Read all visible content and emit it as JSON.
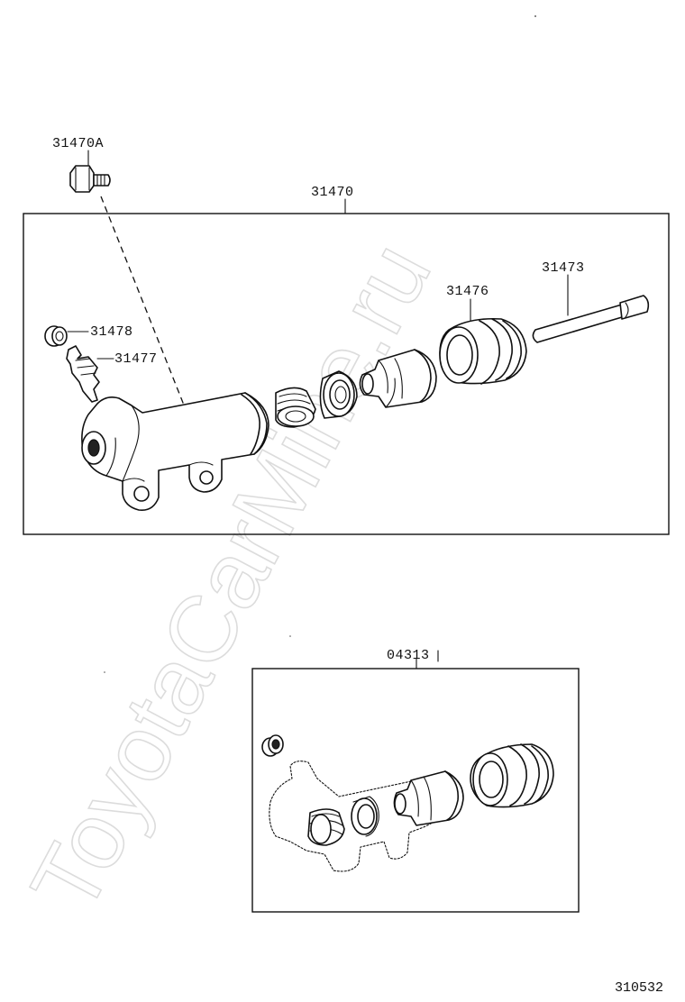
{
  "diagram": {
    "watermark": "ToyotaCarMine.ru",
    "main_assembly": {
      "label": "31470",
      "parts": {
        "bolt": "31470A",
        "cap": "31478",
        "bleeder_plug": "31477",
        "boot": "31476",
        "push_rod": "31473"
      }
    },
    "kit": {
      "label": "04313"
    },
    "figure_number": "310532"
  }
}
